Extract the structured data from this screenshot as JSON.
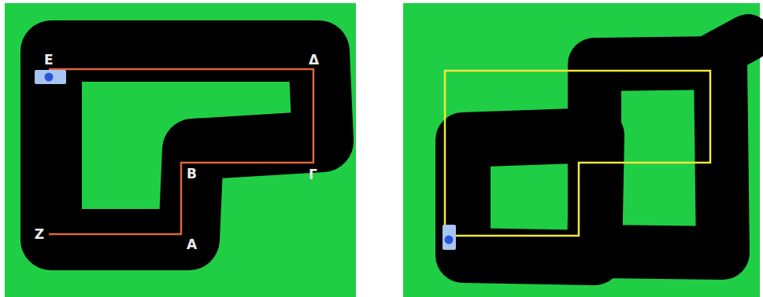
{
  "diagram": {
    "labels": [
      "Ε",
      "Δ",
      "Β",
      "Γ",
      "Ζ",
      "Α"
    ]
  }
}
